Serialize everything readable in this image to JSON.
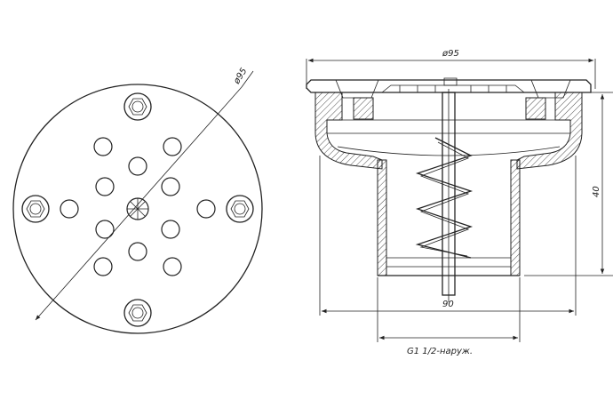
{
  "dimensions": {
    "plan_diameter": "ø95",
    "section_diameter": "ø95",
    "height": "40",
    "width": "90",
    "thread": "G1 1/2-наруж."
  }
}
